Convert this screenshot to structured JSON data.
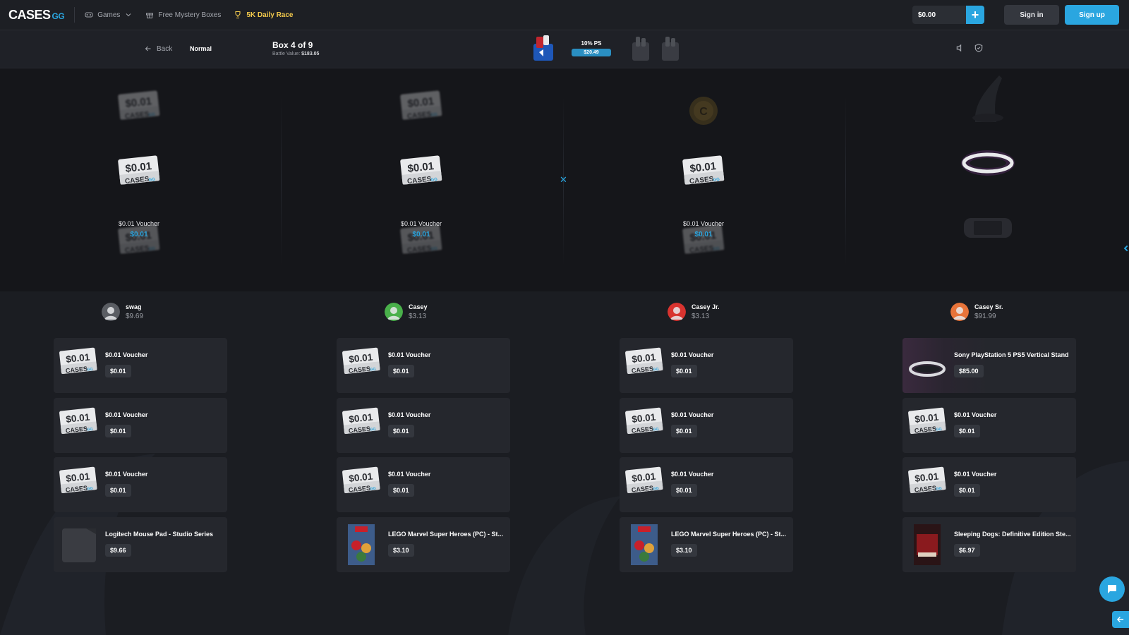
{
  "nav": {
    "logo_main": "CASES",
    "logo_suffix": "GG",
    "games_label": "Games",
    "mystery_label": "Free Mystery Boxes",
    "race_label": "5K Daily Race",
    "balance": "$0.00",
    "plus": "+",
    "signin": "Sign in",
    "signup": "Sign up"
  },
  "battle": {
    "back_label": "Back",
    "mode": "Normal",
    "box_title": "Box 4 of 9",
    "battle_value_label": "Battle Value:",
    "battle_value": "$183.05",
    "current_case_name": "10% PS",
    "current_case_price": "$20.49"
  },
  "reels": {
    "top_ticket": "$0.01",
    "ticket_brand": "CASES",
    "ticket_brand_suffix": "GG",
    "winners": [
      {
        "label": "$0.01 Voucher",
        "price": "$0.01"
      },
      {
        "label": "$0.01 Voucher",
        "price": "$0.01"
      },
      {
        "label": "$0.01 Voucher",
        "price": "$0.01"
      }
    ],
    "coin_letter": "C",
    "vs_glyph": "✕"
  },
  "players": [
    {
      "name": "swag",
      "value": "$9.69",
      "avatar_color": "#5a5d63",
      "items": [
        {
          "name": "$0.01 Voucher",
          "price": "$0.01",
          "kind": "ticket"
        },
        {
          "name": "$0.01 Voucher",
          "price": "$0.01",
          "kind": "ticket"
        },
        {
          "name": "$0.01 Voucher",
          "price": "$0.01",
          "kind": "ticket"
        },
        {
          "name": "Logitech Mouse Pad - Studio Series",
          "price": "$9.66",
          "kind": "mousepad"
        }
      ]
    },
    {
      "name": "Casey",
      "value": "$3.13",
      "avatar_color": "#49b04a",
      "items": [
        {
          "name": "$0.01 Voucher",
          "price": "$0.01",
          "kind": "ticket"
        },
        {
          "name": "$0.01 Voucher",
          "price": "$0.01",
          "kind": "ticket"
        },
        {
          "name": "$0.01 Voucher",
          "price": "$0.01",
          "kind": "ticket"
        },
        {
          "name": "LEGO Marvel Super Heroes (PC) - St...",
          "price": "$3.10",
          "kind": "lego"
        }
      ]
    },
    {
      "name": "Casey Jr.",
      "value": "$3.13",
      "avatar_color": "#d8332f",
      "items": [
        {
          "name": "$0.01 Voucher",
          "price": "$0.01",
          "kind": "ticket"
        },
        {
          "name": "$0.01 Voucher",
          "price": "$0.01",
          "kind": "ticket"
        },
        {
          "name": "$0.01 Voucher",
          "price": "$0.01",
          "kind": "ticket"
        },
        {
          "name": "LEGO Marvel Super Heroes (PC) - St...",
          "price": "$3.10",
          "kind": "lego"
        }
      ]
    },
    {
      "name": "Casey Sr.",
      "value": "$91.99",
      "avatar_color": "#e8743a",
      "items": [
        {
          "name": "Sony PlayStation 5 PS5 Vertical Stand",
          "price": "$85.00",
          "kind": "stand"
        },
        {
          "name": "$0.01 Voucher",
          "price": "$0.01",
          "kind": "ticket"
        },
        {
          "name": "$0.01 Voucher",
          "price": "$0.01",
          "kind": "ticket"
        },
        {
          "name": "Sleeping Dogs: Definitive Edition Ste...",
          "price": "$6.97",
          "kind": "sleepingdogs"
        }
      ]
    }
  ],
  "colors": {
    "accent": "#2aa6e0",
    "race": "#f2c94c",
    "card": "#25272d"
  }
}
